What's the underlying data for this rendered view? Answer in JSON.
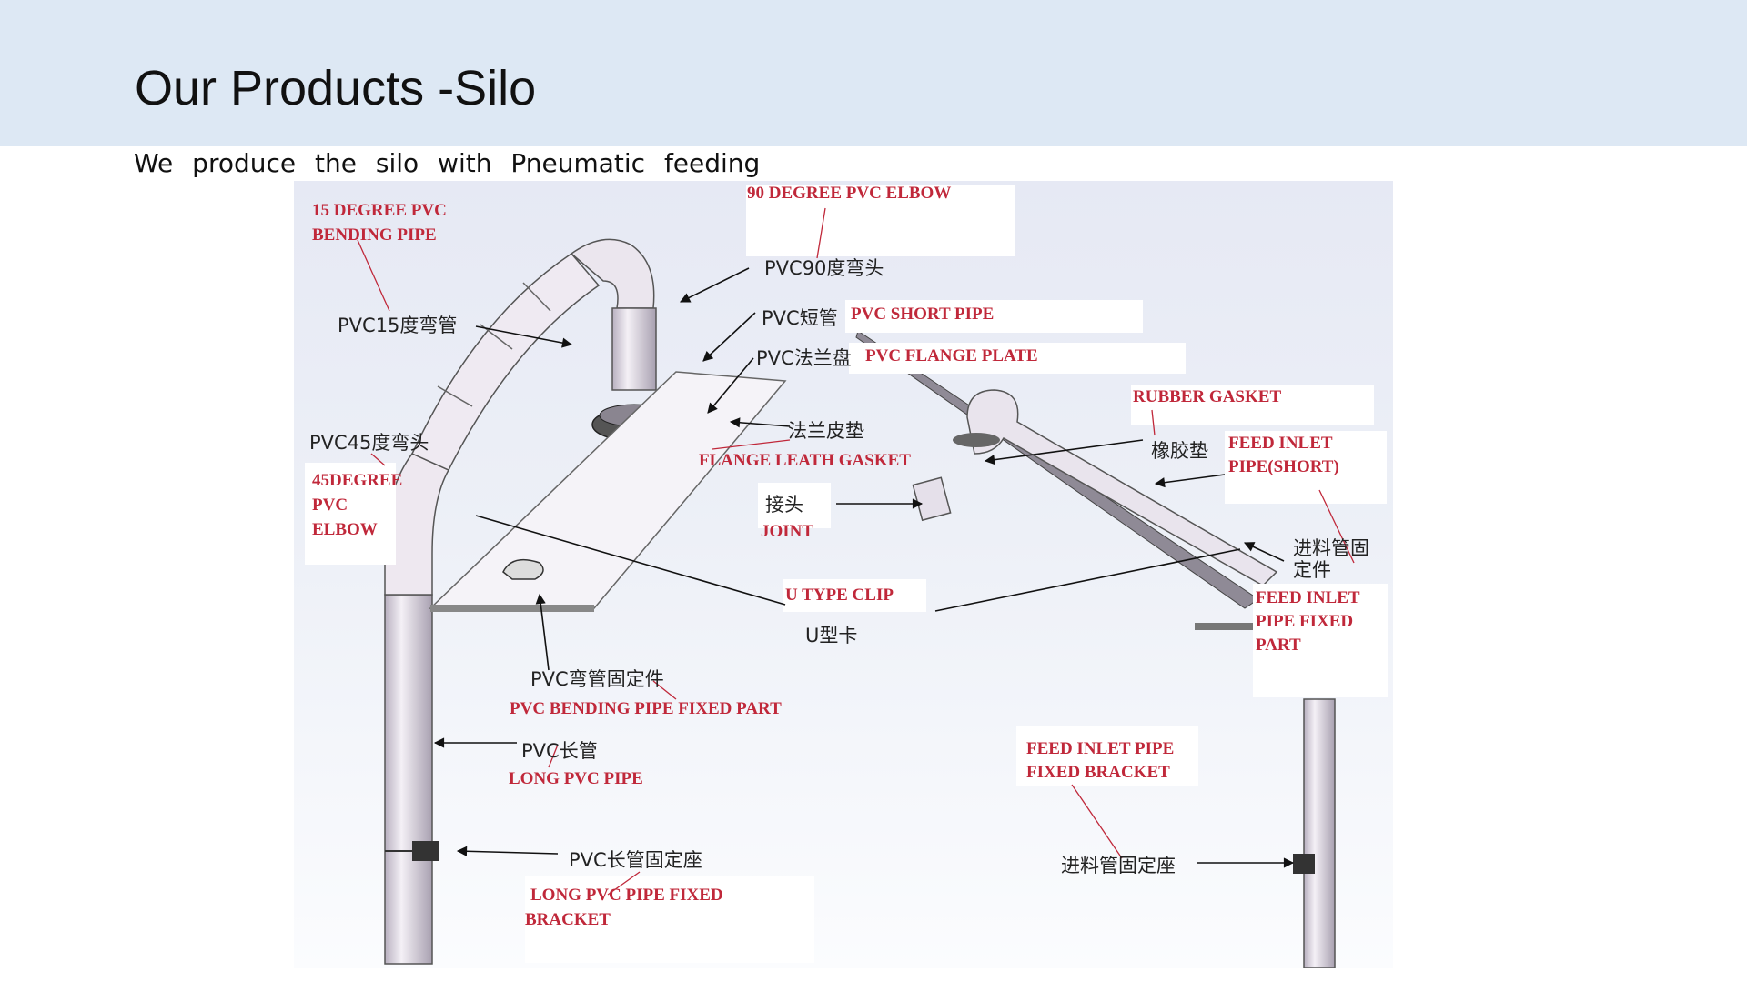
{
  "slide": {
    "title": "Our Products -Silo",
    "subtitle": "We produce the silo with Pneumatic feeding"
  },
  "diagram": {
    "labels": {
      "deg15_en": [
        "15 DEGREE PVC",
        "BENDING PIPE"
      ],
      "deg15_cn": "PVC15度弯管",
      "elbow90_en": "90 DEGREE PVC ELBOW",
      "elbow90_cn": "PVC90度弯头",
      "short_cn": "PVC短管",
      "short_en": "PVC SHORT PIPE",
      "flange_cn": "PVC法兰盘",
      "flange_en": "PVC FLANGE PLATE",
      "gasket_cn": "法兰皮垫",
      "gasket_en": "FLANGE LEATH GASKET",
      "elbow45_cn": "PVC45度弯头",
      "elbow45_en": [
        "45DEGREE",
        "PVC",
        "ELBOW"
      ],
      "joint_cn": "接头",
      "joint_en": "JOINT",
      "rubber_en": "RUBBER GASKET",
      "rubber_cn": "橡胶垫",
      "feed_short_en": [
        "FEED INLET",
        "PIPE(SHORT)"
      ],
      "feed_fixed_cn": [
        "进料管固",
        "定件"
      ],
      "feed_fixed_en": [
        "FEED INLET",
        "PIPE FIXED",
        "PART"
      ],
      "uclip_en": "U TYPE CLIP",
      "uclip_cn": "U型卡",
      "bendfix_cn": "PVC弯管固定件",
      "bendfix_en": "PVC BENDING PIPE FIXED PART",
      "long_cn": "PVC长管",
      "long_en": "LONG PVC PIPE",
      "longfix_cn": "PVC长管固定座",
      "longfix_en": [
        "LONG PVC PIPE FIXED",
        "BRACKET"
      ],
      "bracket_en": [
        "FEED INLET PIPE",
        "FIXED BRACKET"
      ],
      "bracket_cn": "进料管固定座"
    }
  }
}
